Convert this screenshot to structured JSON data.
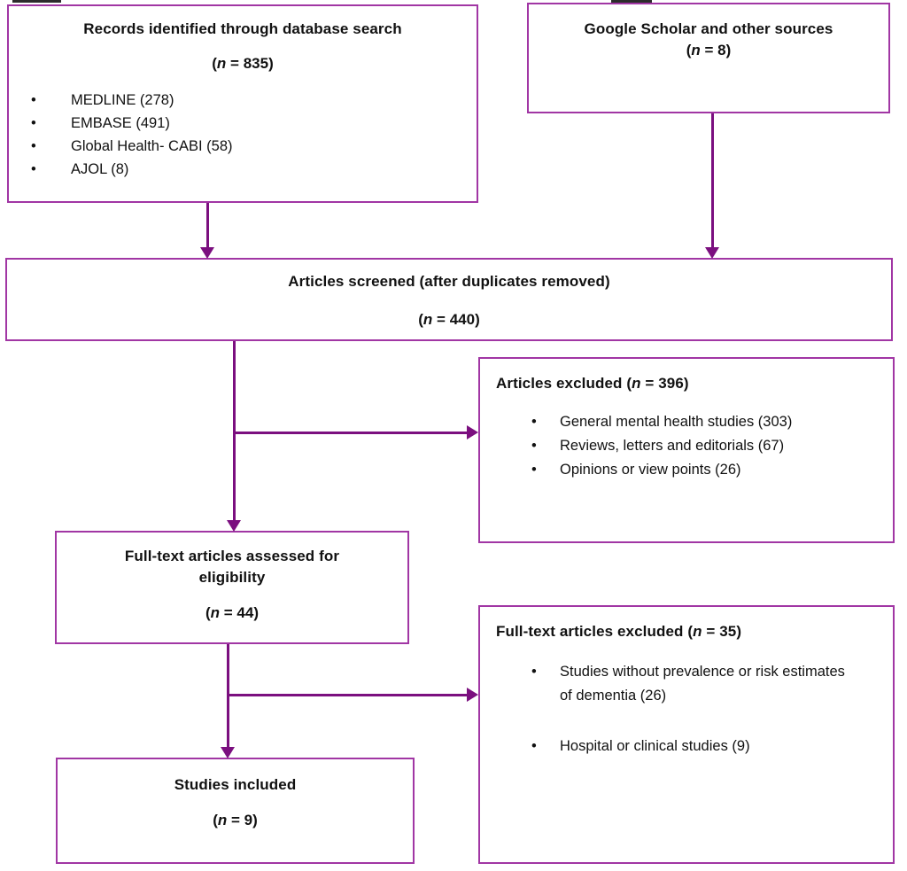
{
  "page": {
    "background": "#ffffff"
  },
  "colors": {
    "box_border": "#A136A4",
    "arrow": "#7B0F7F",
    "text": "#111111"
  },
  "symbols": {
    "open_paren": "(",
    "n": "n",
    "equals": " = ",
    "close_paren": ")",
    "bullet": "•"
  },
  "boxes": {
    "records": {
      "title": "Records identified through database search",
      "n": "835",
      "items": [
        "MEDLINE (278)",
        "EMBASE (491)",
        "Global Health- CABI (58)",
        "AJOL (8)"
      ]
    },
    "google": {
      "title": "Google Scholar and other sources",
      "n": "8"
    },
    "screened": {
      "title": "Articles screened (after duplicates removed)",
      "n": "440"
    },
    "articles_excluded": {
      "title_prefix": "Articles excluded ",
      "n": "396",
      "items": [
        "General mental health studies (303)",
        "Reviews, letters and editorials (67)",
        "Opinions or view points (26)"
      ]
    },
    "fulltext": {
      "title": "Full-text articles assessed for eligibility",
      "n": "44"
    },
    "fulltext_excluded": {
      "title_prefix": "Full-text articles excluded ",
      "n": "35",
      "items": [
        "Studies without prevalence or risk estimates of dementia (26)",
        "Hospital or clinical studies (9)"
      ]
    },
    "included": {
      "title": "Studies included",
      "n": "9"
    }
  }
}
